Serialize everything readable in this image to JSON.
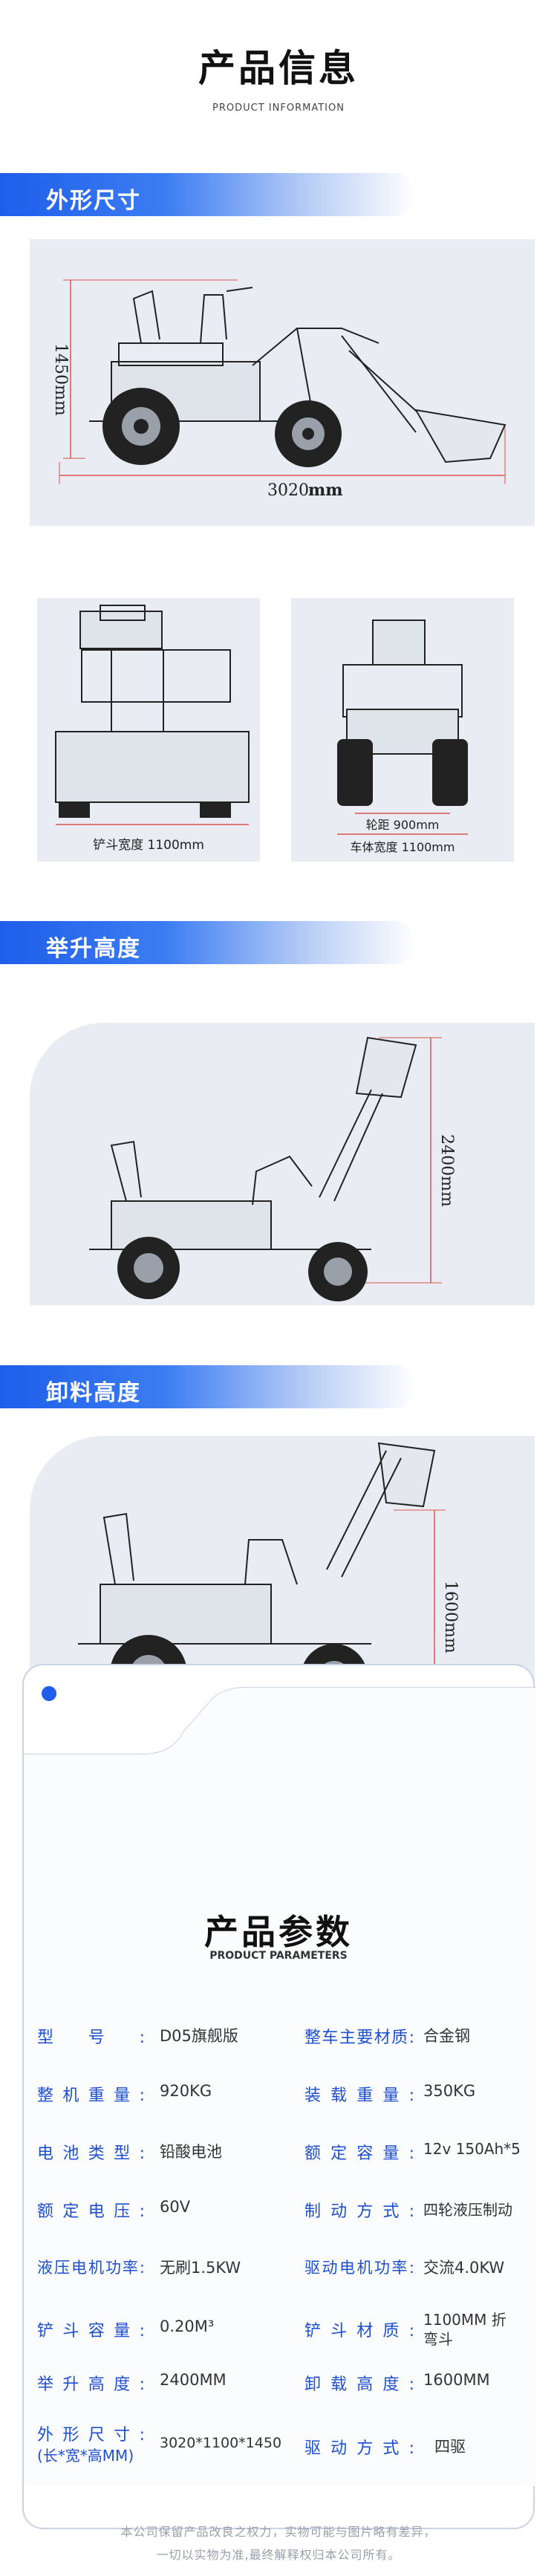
{
  "header": {
    "title": "产品信息",
    "subtitle": "PRODUCT INFORMATION"
  },
  "sections": {
    "dimensions": "外形尺寸",
    "lift": "举升高度",
    "dump": "卸料高度"
  },
  "dimensions_panel": {
    "height_label": "1450mm",
    "length_value": "3020",
    "length_unit": "mm"
  },
  "front_views": {
    "bucket_width": "铲斗宽度 1100mm",
    "wheelbase": "轮距 900mm",
    "body_width": "车体宽度 1100mm"
  },
  "lift_panel": {
    "height_label": "2400mm"
  },
  "dump_panel": {
    "height_label": "1600mm"
  },
  "params": {
    "title": "产品参数",
    "subtitle": "PRODUCT PARAMETERS",
    "rows": [
      {
        "l1": "型号:",
        "v1": "D05旗舰版",
        "l2": "整车主要材质:",
        "v2": "合金钢"
      },
      {
        "l1": "整机重量:",
        "v1": "920KG",
        "l2": "装载重量:",
        "v2": "350KG"
      },
      {
        "l1": "电池类型:",
        "v1": "铅酸电池",
        "l2": "额定容量:",
        "v2": "12v 150Ah*5"
      },
      {
        "l1": "额定电压:",
        "v1": "60V",
        "l2": "制动方式:",
        "v2": "四轮液压制动"
      },
      {
        "l1": "液压电机功率:",
        "v1": "无刷1.5KW",
        "l2": "驱动电机功率:",
        "v2": "交流4.0KW"
      },
      {
        "l1": "铲斗容量:",
        "v1": "0.20M³",
        "l2": "铲斗材质:",
        "v2": "1100MM 折弯斗"
      },
      {
        "l1": "举升高度:",
        "v1": "2400MM",
        "l2": "卸载高度:",
        "v2": "1600MM"
      },
      {
        "l1": "外形尺寸:",
        "l1b": "(长*宽*高MM)",
        "v1": "3020*1100*1450",
        "l2": "驱动方式:",
        "v2": "四驱"
      }
    ]
  },
  "footer": {
    "line1": "本公司保留产品改良之权力，实物可能与图片略有差异，",
    "line2": "一切以实物为准,最终解释权归本公司所有。"
  },
  "colors": {
    "accent": "#1e5eea",
    "panel": "#e9ecf2",
    "dimension": "#d9534f"
  }
}
